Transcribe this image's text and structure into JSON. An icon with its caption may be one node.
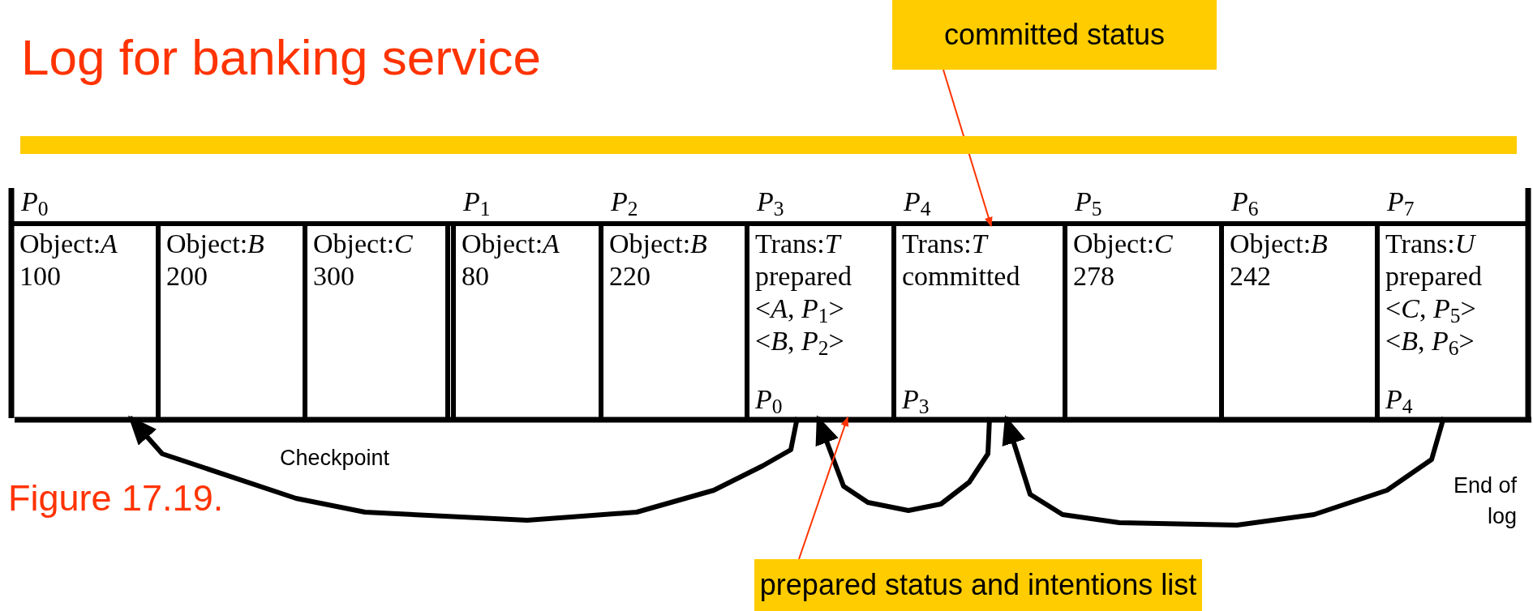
{
  "diagram": {
    "title": "Log for banking service",
    "caption": "Figure 17.19.",
    "nodes": [
      {
        "text": [],
        "shape": "bar"
      },
      {
        "text": [
          "Object:*A*",
          "100"
        ],
        "beside": [
          "*P*$_{0}$"
        ]
      },
      {
        "text": [
          "Object:*B*",
          "200"
        ]
      },
      {
        "text": [
          "Object:*C*",
          "300"
        ]
      },
      {
        "text": [
          "Object:*A*",
          "80"
        ],
        "beside": [
          "*P*$_{1}$"
        ]
      },
      {
        "text": [
          "Object:*B*",
          "220"
        ],
        "beside": [
          "*P*$_{2}$"
        ]
      },
      {
        "text": [
          "Trans:*T*",
          "prepared",
          "<*A*, *P*$_{1}$>",
          "<*B*, *P*$_{2}$>",
          "*P*$_{0}$"
        ],
        "beside": [
          "*P*$_{3}$"
        ]
      },
      {
        "text": [
          "Trans:*T*",
          "committed",
          "*P*$_{3}$"
        ],
        "beside": [
          "*P*$_{4}$"
        ]
      },
      {
        "text": [
          "Object:*C*",
          "278"
        ],
        "beside": [
          "*P*$_{5}$"
        ]
      },
      {
        "text": [
          "Object:*B*",
          "242"
        ],
        "beside": [
          "*P*$_{6}$"
        ]
      },
      {
        "text": [
          "Trans:*U*",
          "prepared",
          "<*C*, *P*$_{5}$>",
          "<*B*, *P*$_{6}$>",
          "*P*$_{4}$"
        ],
        "beside": [
          "*P*$_{7}$"
        ]
      },
      {
        "text": [
          "committed status"
        ]
      },
      {
        "text": [
          "prepared status and intentions list"
        ]
      }
    ],
    "edges": [
      {
        "from": 6,
        "to": 1,
        "arrow": "to"
      },
      {
        "from": 7,
        "to": 6,
        "arrow": "to"
      },
      {
        "from": 10,
        "to": 7,
        "arrow": "to"
      },
      {
        "from": 11,
        "to": 7,
        "arrow": "to",
        "color": "#ff3300"
      },
      {
        "from": 12,
        "to": 6,
        "arrow": "to",
        "color": "#ff3300"
      }
    ],
    "labels": [
      "Checkpoint",
      "End of log"
    ]
  }
}
